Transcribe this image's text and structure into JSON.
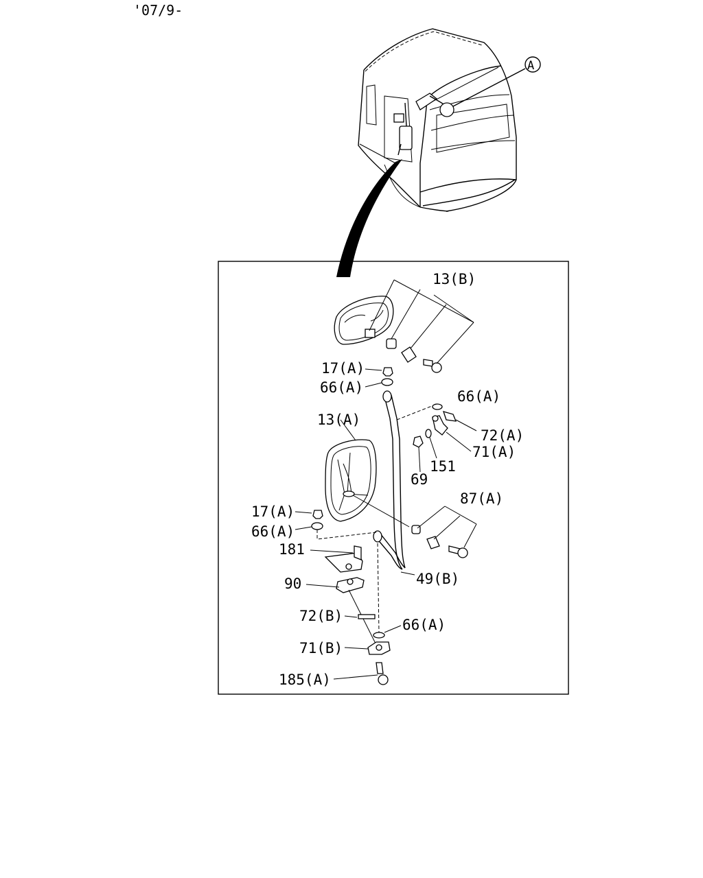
{
  "header": {
    "date_code": "'07/9-"
  },
  "callout": {
    "marker": "A"
  },
  "labels": {
    "l13b": "13(B)",
    "l17a_top": "17(A)",
    "l66a_top": "66(A)",
    "l66a_right": "66(A)",
    "l13a": "13(A)",
    "l72a": "72(A)",
    "l71a": "71(A)",
    "l151": "151",
    "l69": "69",
    "l87a": "87(A)",
    "l17a_mid": "17(A)",
    "l66a_mid": "66(A)",
    "l181": "181",
    "l49b": "49(B)",
    "l90": "90",
    "l72b": "72(B)",
    "l66a_bottom": "66(A)",
    "l71b": "71(B)",
    "l185a": "185(A)"
  }
}
